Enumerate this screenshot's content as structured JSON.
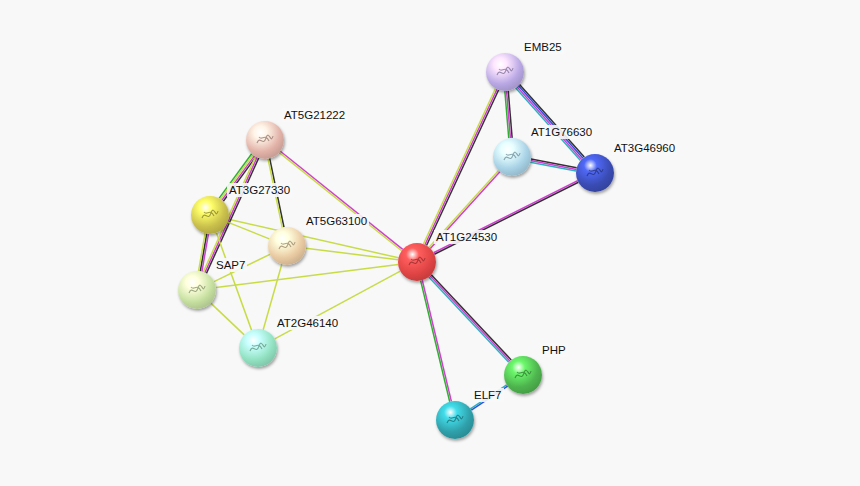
{
  "diagram": {
    "nodes": [
      {
        "text": [
          "EMB25"
        ]
      },
      {
        "text": [
          "AT1G76630"
        ]
      },
      {
        "text": [
          "AT3G46960"
        ]
      },
      {
        "text": [
          "AT5G21222"
        ]
      },
      {
        "text": [
          "AT3G27330"
        ]
      },
      {
        "text": [
          "AT5G63100"
        ]
      },
      {
        "text": [
          "AT1G24530"
        ]
      },
      {
        "text": [
          "SAP7"
        ]
      },
      {
        "text": [
          "AT2G46140"
        ]
      },
      {
        "text": [
          "PHP"
        ]
      },
      {
        "text": [
          "ELF7"
        ]
      }
    ],
    "edges": [
      {
        "from": 0,
        "to": 6,
        "arrow": "none"
      },
      {
        "from": 0,
        "to": 1,
        "arrow": "none"
      },
      {
        "from": 0,
        "to": 2,
        "arrow": "none"
      },
      {
        "from": 1,
        "to": 2,
        "arrow": "none"
      },
      {
        "from": 1,
        "to": 6,
        "arrow": "none"
      },
      {
        "from": 2,
        "to": 6,
        "arrow": "none"
      },
      {
        "from": 6,
        "to": 9,
        "arrow": "none"
      },
      {
        "from": 6,
        "to": 10,
        "arrow": "none"
      },
      {
        "from": 9,
        "to": 10,
        "arrow": "none"
      },
      {
        "from": 3,
        "to": 6,
        "arrow": "none"
      },
      {
        "from": 5,
        "to": 6,
        "arrow": "none"
      },
      {
        "from": 4,
        "to": 6,
        "arrow": "none"
      },
      {
        "from": 7,
        "to": 6,
        "arrow": "none"
      },
      {
        "from": 8,
        "to": 6,
        "arrow": "none"
      },
      {
        "from": 3,
        "to": 4,
        "arrow": "none"
      },
      {
        "from": 3,
        "to": 5,
        "arrow": "none"
      },
      {
        "from": 3,
        "to": 7,
        "arrow": "none"
      },
      {
        "from": 4,
        "to": 7,
        "arrow": "none"
      },
      {
        "from": 4,
        "to": 5,
        "arrow": "none"
      },
      {
        "from": 4,
        "to": 8,
        "arrow": "none"
      },
      {
        "from": 5,
        "to": 7,
        "arrow": "none"
      },
      {
        "from": 5,
        "to": 8,
        "arrow": "none"
      },
      {
        "from": 7,
        "to": 8,
        "arrow": "none"
      }
    ]
  }
}
